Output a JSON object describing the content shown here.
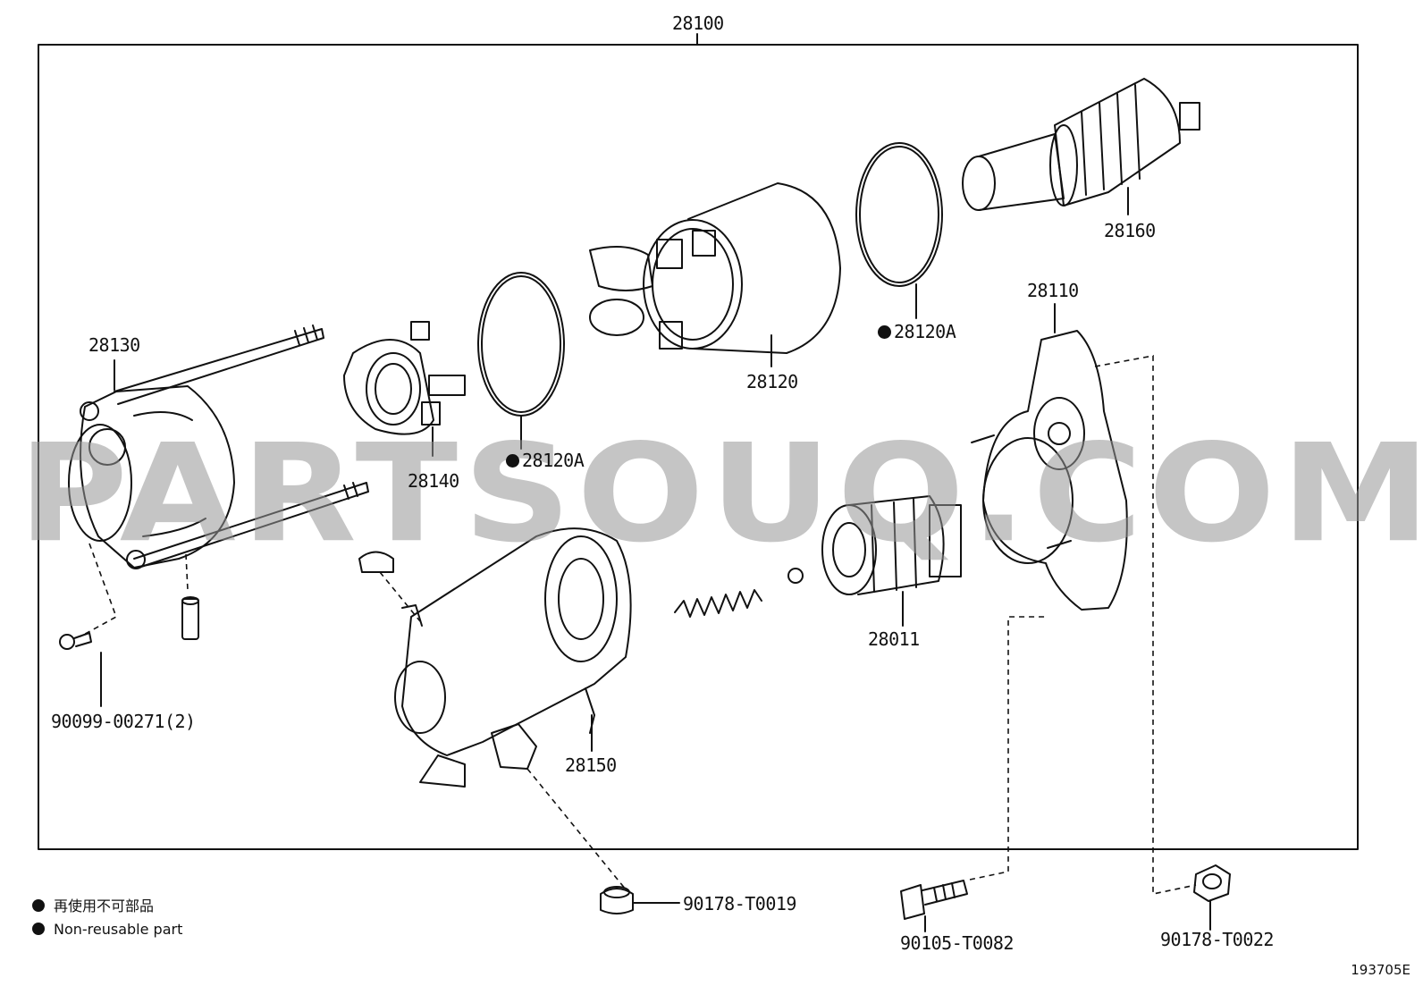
{
  "diagram": {
    "assembly_label": "28100",
    "parts": {
      "p28130": "28130",
      "p28140": "28140",
      "p28120A_left": "28120A",
      "p28120": "28120",
      "p28120A_right": "28120A",
      "p28160": "28160",
      "p28110": "28110",
      "p28011": "28011",
      "p28150": "28150",
      "p90099": "90099-00271(2)",
      "p90178_t0019": "90178-T0019",
      "p90105": "90105-T0082",
      "p90178_t0022": "90178-T0022"
    },
    "legend": {
      "jp": "再使用不可部品",
      "en": "Non-reusable part"
    },
    "watermark": "PARTSOUQ.COM",
    "figure_number": "193705E"
  }
}
